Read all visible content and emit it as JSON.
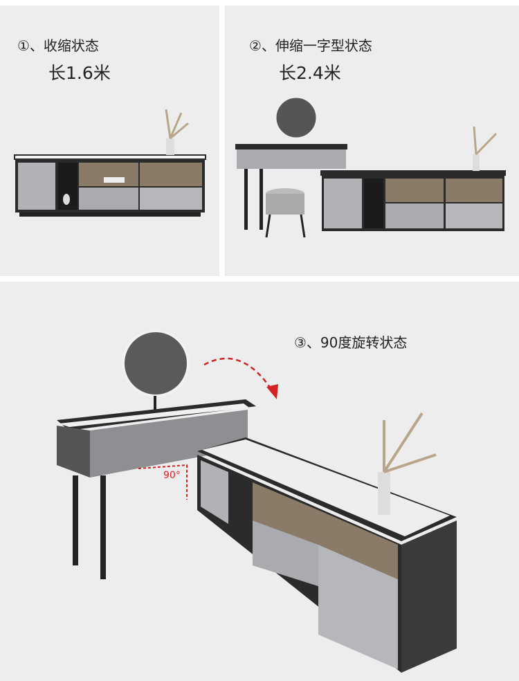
{
  "states": [
    {
      "title": "①、收缩状态",
      "length": "长1.6米"
    },
    {
      "title": "②、伸缩一字型状态",
      "length": "长2.4米"
    },
    {
      "title": "③、90度旋转状态",
      "angle": "90°"
    }
  ],
  "colors": {
    "background": "#ededed",
    "accent_arrow": "#d22222",
    "frame": "#2b2b2b",
    "drawer": "#a9abae"
  }
}
